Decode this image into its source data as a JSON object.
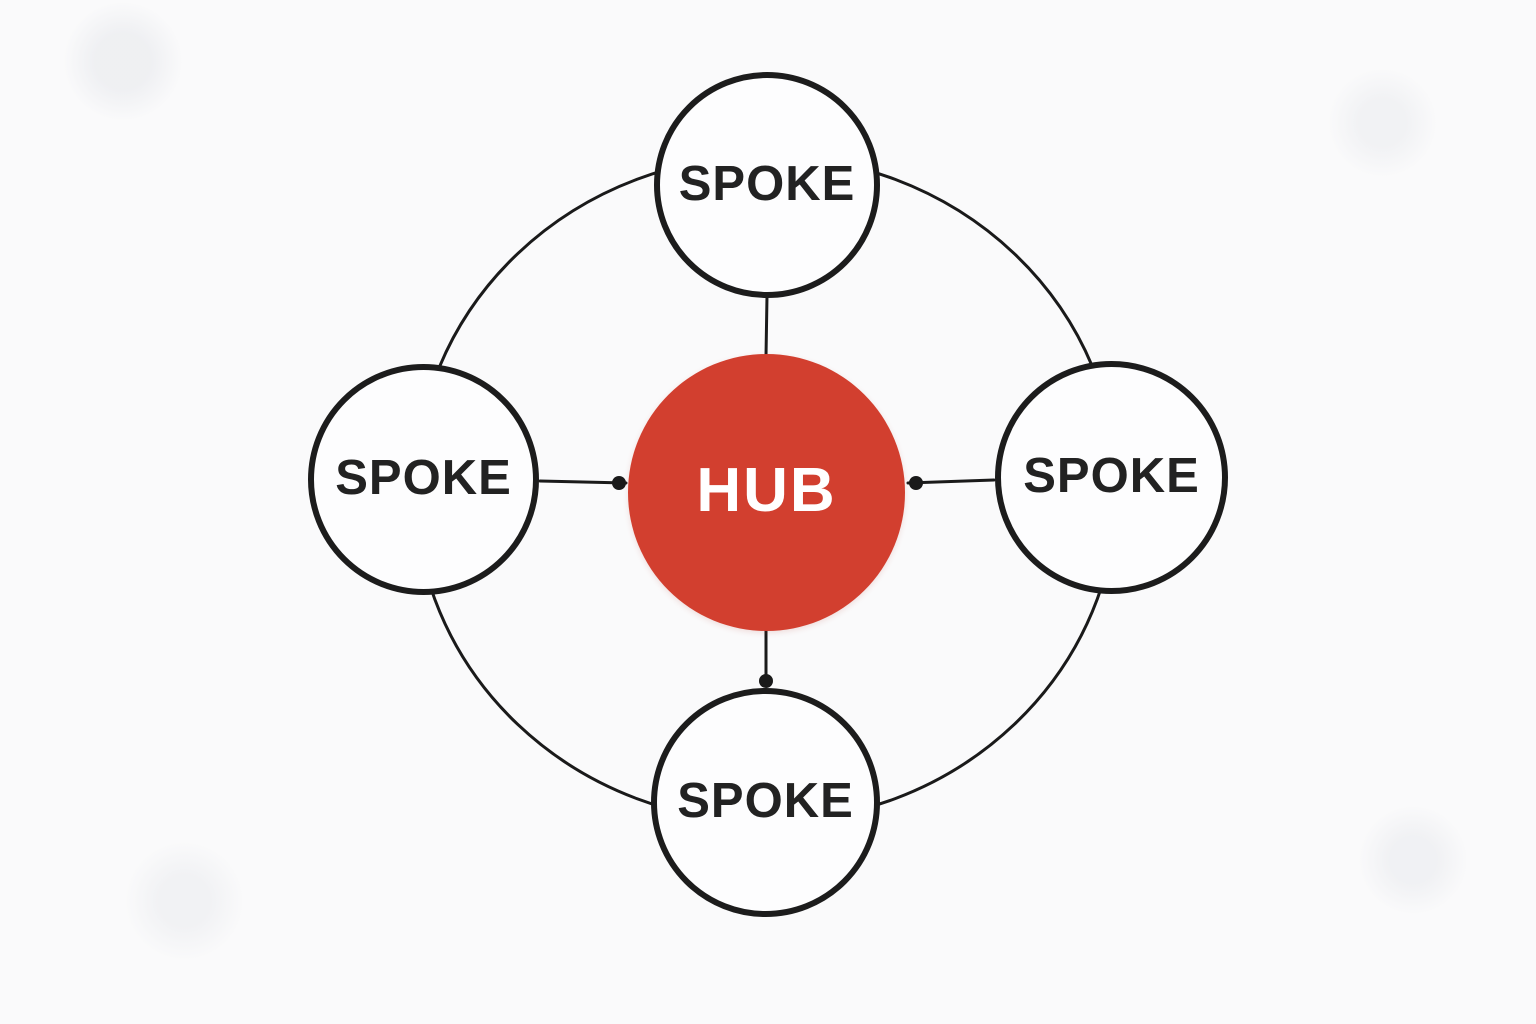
{
  "diagram": {
    "type": "hub-and-spoke",
    "hub": {
      "label": "HUB"
    },
    "spokes": [
      {
        "id": "top",
        "label": "SPOKE"
      },
      {
        "id": "right",
        "label": "SPOKE"
      },
      {
        "id": "bottom",
        "label": "SPOKE"
      },
      {
        "id": "left",
        "label": "SPOKE"
      }
    ],
    "connectors": [
      {
        "from": "spoke-top",
        "to": "hub",
        "arrow_dot": false
      },
      {
        "from": "spoke-left",
        "to": "hub",
        "arrow_dot": true
      },
      {
        "from": "spoke-right",
        "to": "hub",
        "arrow_dot": true
      },
      {
        "from": "hub",
        "to": "spoke-bottom",
        "arrow_dot": true
      }
    ],
    "outer_ring": true,
    "colors": {
      "hub_fill": "#d23f2f",
      "hub_text": "#ffffff",
      "node_fill": "#fdfdfe",
      "node_border": "#1c1c1c",
      "line": "#1a1a1a",
      "label_text": "#222222",
      "background": "#fafafb"
    }
  }
}
